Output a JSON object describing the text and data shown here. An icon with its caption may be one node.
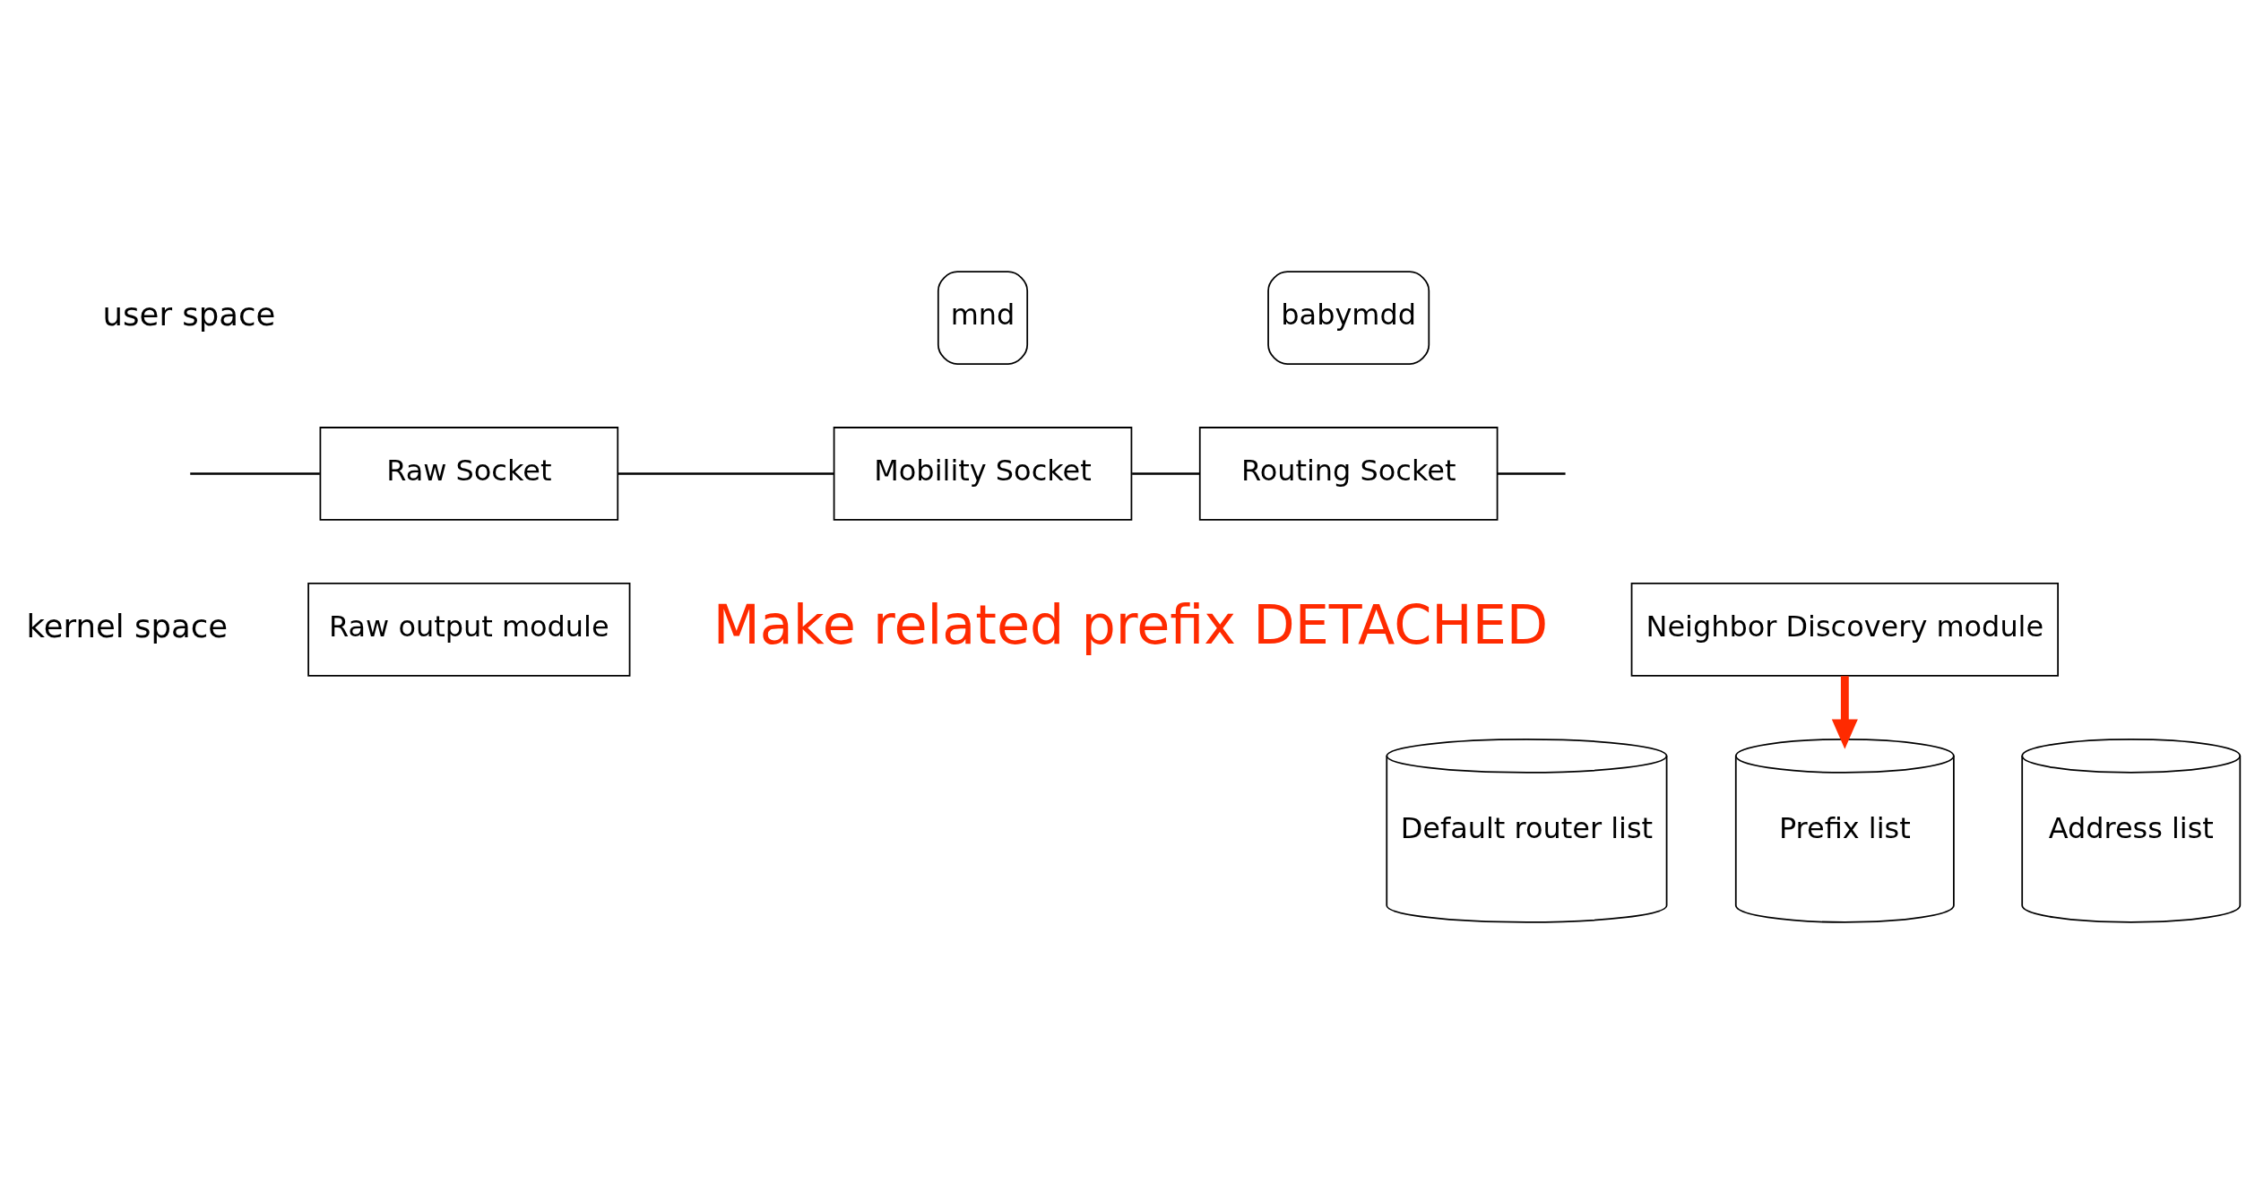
{
  "diagram": {
    "nodes": [
      {
        "text": [
          "mnd"
        ]
      },
      {
        "text": [
          "babymdd"
        ]
      },
      {
        "text": [
          "Raw Socket"
        ]
      },
      {
        "text": [
          "Mobility Socket"
        ]
      },
      {
        "text": [
          "Routing Socket"
        ]
      },
      {
        "text": [
          "Raw output module"
        ]
      },
      {
        "text": [
          "Neighbor Discovery module"
        ]
      },
      {
        "text": [
          "Default router list"
        ]
      },
      {
        "text": [
          "Prefix list"
        ]
      },
      {
        "text": [
          "Address list"
        ]
      }
    ],
    "edges": [
      {
        "from": null,
        "to": 2,
        "arrow": "none"
      },
      {
        "from": 2,
        "to": 3,
        "arrow": "none"
      },
      {
        "from": 3,
        "to": 4,
        "arrow": "none"
      },
      {
        "from": 4,
        "to": null,
        "arrow": "none"
      },
      {
        "from": 6,
        "to": 8,
        "arrow": "to",
        "style": "thick",
        "color": "#ff2a00"
      }
    ],
    "labels": [
      "user space",
      "kernel space",
      "Make related prefix DETACHED"
    ]
  }
}
